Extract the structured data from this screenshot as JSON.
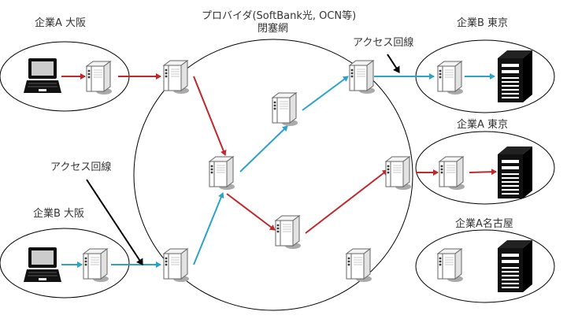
{
  "network": {
    "title_line1": "プロバイダ(SoftBank光, OCN等)",
    "title_line2": "閉塞網"
  },
  "sites": [
    {
      "id": "a-osaka",
      "label": "企業A 大阪",
      "client": "laptop"
    },
    {
      "id": "b-osaka",
      "label": "企業B 大阪",
      "client": "laptop"
    },
    {
      "id": "b-tokyo",
      "label": "企業B 東京",
      "client": "tower-server"
    },
    {
      "id": "a-tokyo",
      "label": "企業A 東京",
      "client": "tower-server"
    },
    {
      "id": "a-nagoya",
      "label": "企業A名古屋",
      "client": "tower-server"
    }
  ],
  "annotations": {
    "access_line_top": "アクセス回線",
    "access_line_left": "アクセス回線"
  },
  "colors": {
    "company_a_route": "#c0282d",
    "company_b_route": "#2ba3c9",
    "outline": "#000000",
    "server_fill": "#ffffff",
    "server_stroke": "#666666",
    "tower_fill": "#000000"
  },
  "routes": [
    {
      "company": "A",
      "path": [
        "a-osaka-laptop",
        "a-osaka-router",
        "pe-osaka-a",
        "core-1",
        "core-3",
        "pe-tokyo-a",
        "a-tokyo-router",
        "a-tokyo-server"
      ]
    },
    {
      "company": "B",
      "path": [
        "b-osaka-laptop",
        "b-osaka-router",
        "pe-osaka-b",
        "core-1",
        "core-2",
        "pe-tokyo-b",
        "b-tokyo-router",
        "b-tokyo-server"
      ]
    }
  ]
}
